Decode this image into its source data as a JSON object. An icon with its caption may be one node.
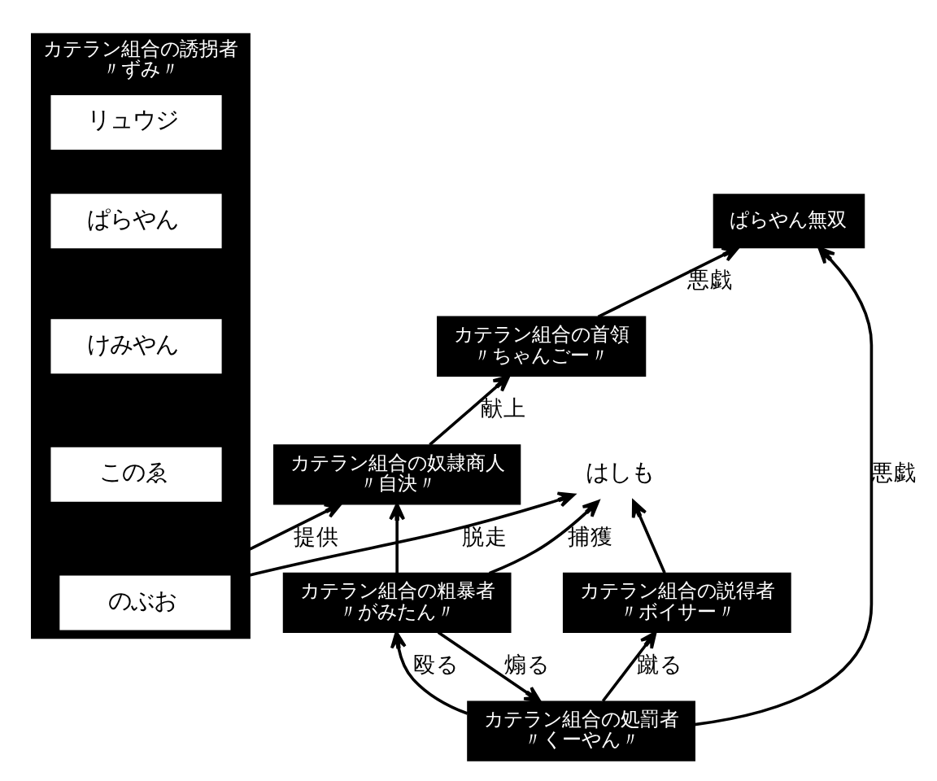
{
  "diagram": {
    "nodes": [
      {
        "text": [
          "カテラン組合の誘拐者",
          "〃ずみ〃"
        ]
      },
      {
        "text": [
          "リュウジ"
        ],
        "in": 0
      },
      {
        "text": [
          "ぱらやん"
        ],
        "in": 0
      },
      {
        "text": [
          "けみやん"
        ],
        "in": 0
      },
      {
        "text": [
          "このゑ"
        ],
        "in": 0
      },
      {
        "text": [
          "のぶお"
        ],
        "in": 0
      },
      {
        "text": [
          "カテラン組合の奴隷商人",
          "〃自決〃"
        ]
      },
      {
        "text": [
          "カテラン組合の首領",
          "〃ちゃんごー〃"
        ]
      },
      {
        "text": [
          "ぱらやん無双"
        ]
      },
      {
        "text": [
          "カテラン組合の処罰者",
          "〃くーやん〃"
        ]
      },
      {
        "text": [
          "はしも"
        ]
      },
      {
        "text": [
          "カテラン組合の粗暴者",
          "〃がみたん〃"
        ]
      },
      {
        "text": [
          "カテラン組合の説得者",
          "〃ボイサー〃"
        ]
      }
    ],
    "edges": [
      {
        "from": 0,
        "to": 6,
        "arrow": "to",
        "label": "提供"
      },
      {
        "from": 6,
        "to": 7,
        "arrow": "to",
        "label": "献上"
      },
      {
        "from": 7,
        "to": 8,
        "arrow": "to",
        "label": "悪戯"
      },
      {
        "from": 9,
        "to": 8,
        "arrow": "to",
        "label": "悪戯"
      },
      {
        "from": 0,
        "to": 10,
        "arrow": "to",
        "label": "脱走"
      },
      {
        "from": 11,
        "to": 10,
        "arrow": "to",
        "label": "捕獲"
      },
      {
        "from": 11,
        "to": 6,
        "arrow": "to"
      },
      {
        "from": 12,
        "to": 10,
        "arrow": "to"
      },
      {
        "from": 11,
        "to": 9,
        "arrow": "to",
        "label": "煽る"
      },
      {
        "from": 9,
        "to": 11,
        "arrow": "to",
        "label": "殴る"
      },
      {
        "from": 9,
        "to": 12,
        "arrow": "to",
        "label": "蹴る"
      }
    ]
  }
}
